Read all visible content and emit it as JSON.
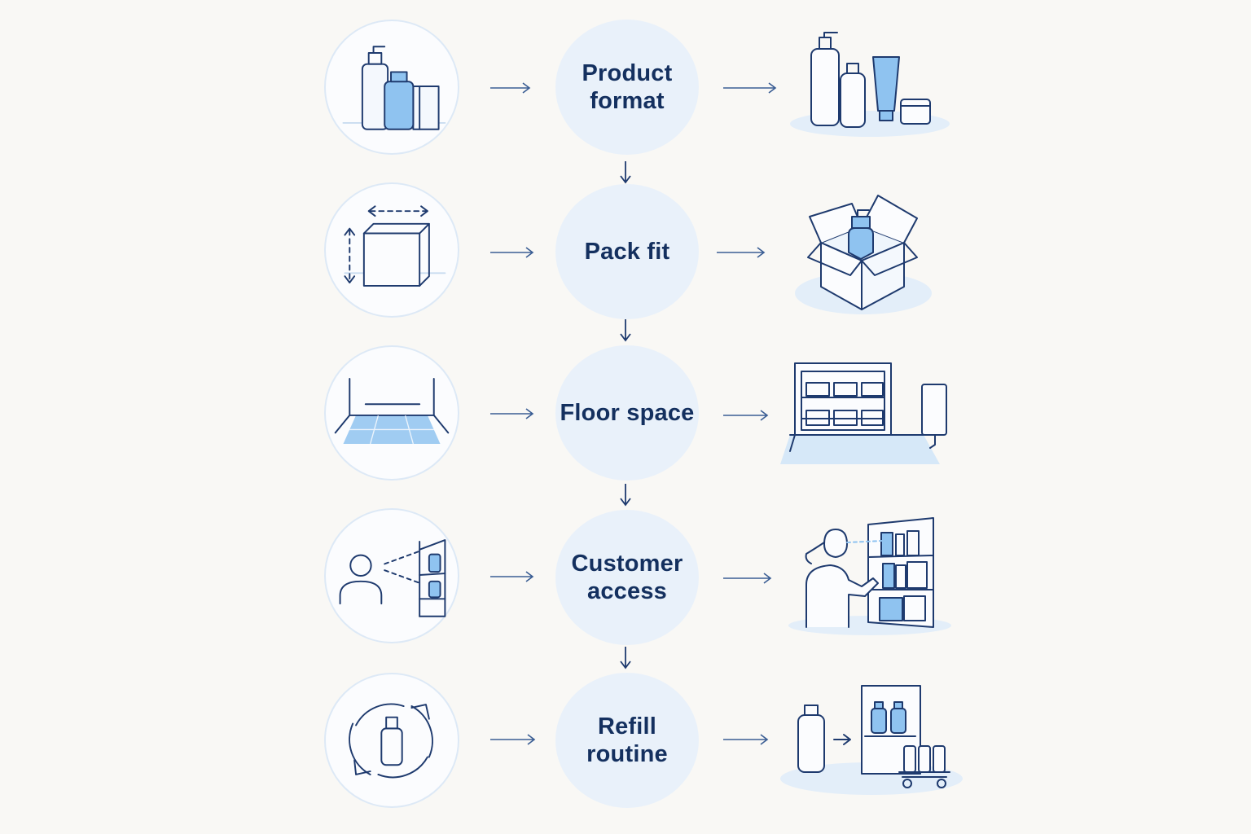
{
  "colors": {
    "background": "#f9f8f5",
    "ink": "#1e3a6e",
    "accent": "#8fc3f0",
    "accent_light": "#d6e8f8",
    "step_fill": "#e9f1fa",
    "label": "#14305f"
  },
  "steps": [
    {
      "label": "Product\nformat",
      "left_icon": "bottles-and-box-icon",
      "right_scene": "cosmetic-containers-scene"
    },
    {
      "label": "Pack fit",
      "left_icon": "box-dimensions-icon",
      "right_scene": "open-box-with-bottle-scene"
    },
    {
      "label": "Floor space",
      "left_icon": "floor-area-icon",
      "right_scene": "store-shelving-scene"
    },
    {
      "label": "Customer\naccess",
      "left_icon": "person-reaching-shelf-icon",
      "right_scene": "customer-at-shelf-scene"
    },
    {
      "label": "Refill routine",
      "left_icon": "refill-cycle-icon",
      "right_scene": "restock-cart-scene"
    }
  ]
}
